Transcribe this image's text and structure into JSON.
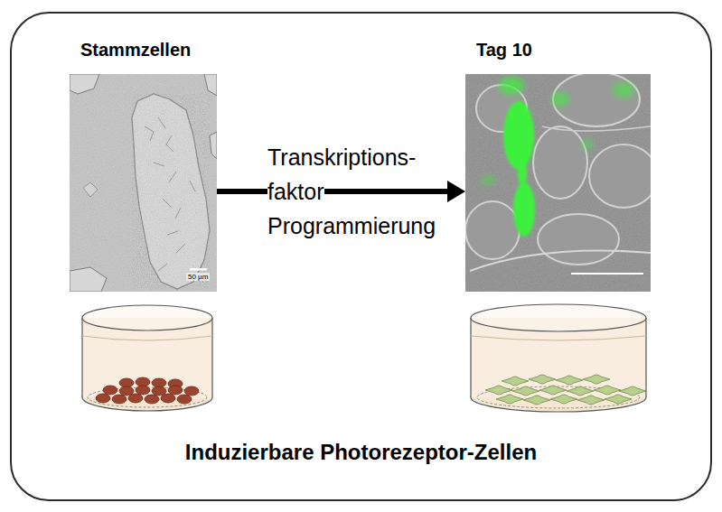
{
  "diagram": {
    "caption": "Induzierbare Photorezeptor-Zellen",
    "nodes": [
      {
        "text": [
          "Stammzellen"
        ]
      },
      {
        "text": [
          "Tag 10"
        ]
      }
    ],
    "edges": [
      {
        "from": 0,
        "to": 1,
        "label": "Transkriptions- faktor Programmierung",
        "arrow": "to"
      }
    ],
    "labels": [
      "50 µm"
    ]
  }
}
